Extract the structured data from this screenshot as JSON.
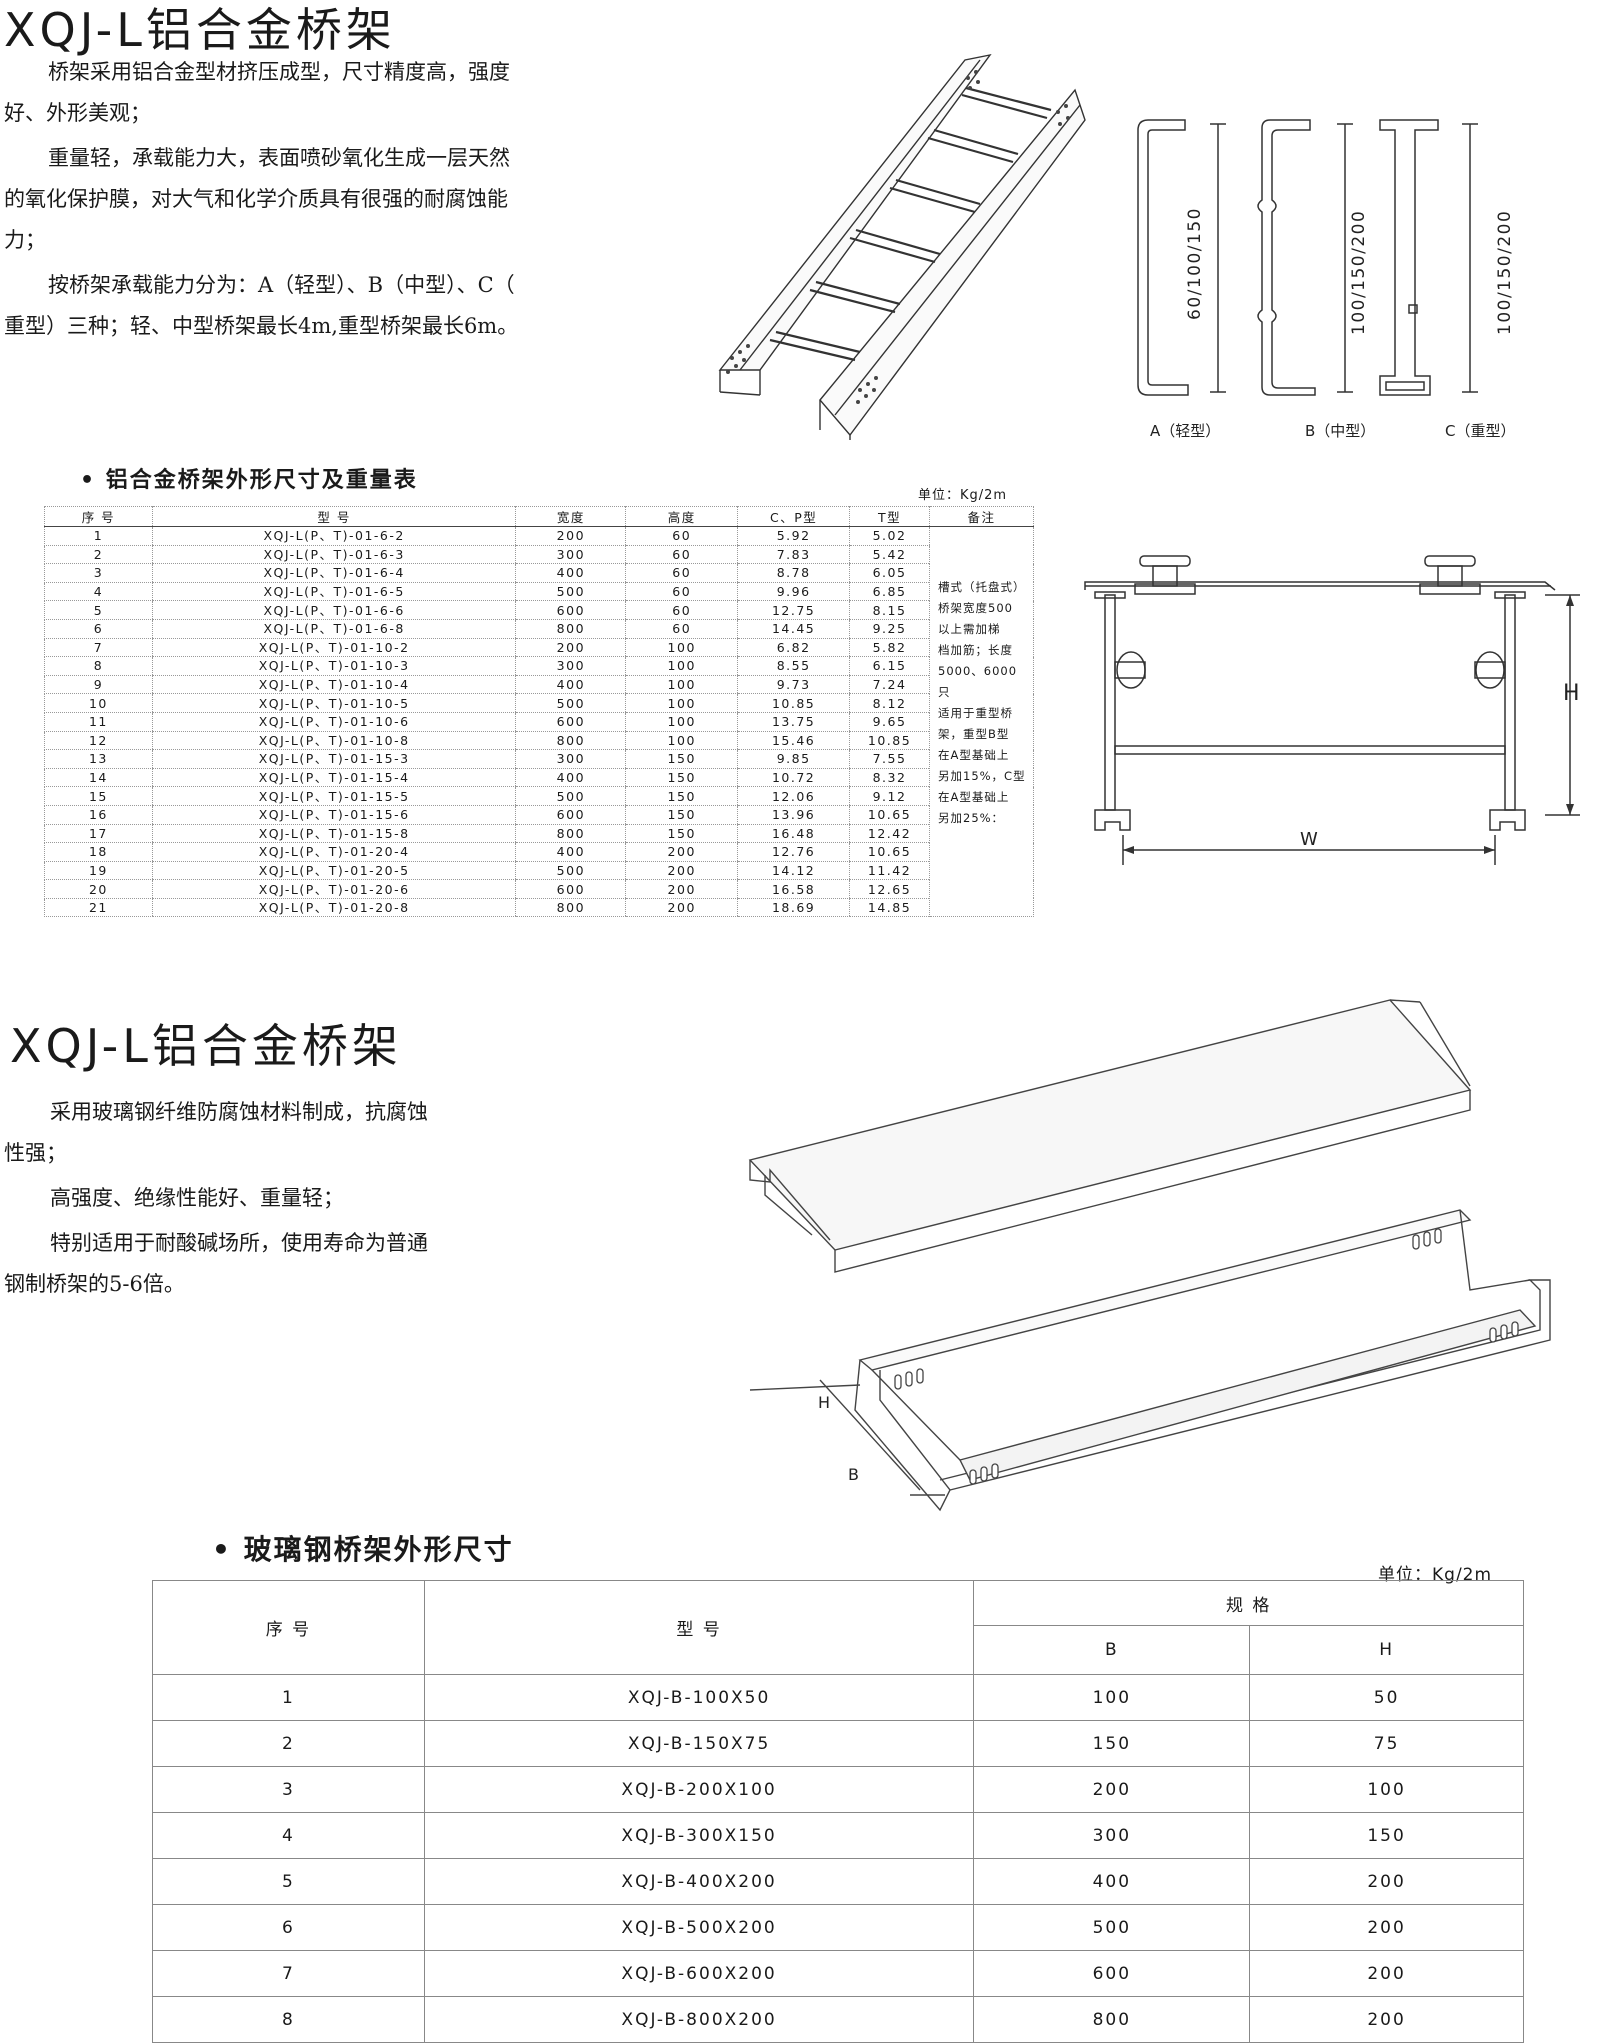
{
  "section1": {
    "title": "XQJ-L铝合金桥架",
    "paragraphs": [
      "桥架采用铝合金型材挤压成型，尺寸精度高，强度",
      "好、外形美观；",
      "重量轻，承载能力大，表面喷砂氧化生成一层天然",
      "的氧化保护膜，对大气和化学介质具有很强的耐腐蚀能",
      "力；",
      "按桥架承载能力分为：A（轻型）、B（中型）、C（",
      "重型）三种；轻、中型桥架最长4m,重型桥架最长6m。"
    ],
    "profiles": [
      {
        "dim": "60/100/150",
        "label": "A（轻型）"
      },
      {
        "dim": "100/150/200",
        "label": "B（中型）"
      },
      {
        "dim": "100/150/200",
        "label": "C（重型）"
      }
    ]
  },
  "table1": {
    "heading": "• 铝合金桥架外形尺寸及重量表",
    "unit": "单位：Kg/2m",
    "headers": [
      "序 号",
      "型    号",
      "宽度",
      "高度",
      "C、P型",
      "T型",
      "备注"
    ],
    "rows": [
      [
        "1",
        "XQJ-L(P、T)-01-6-2",
        "200",
        "60",
        "5.92",
        "5.02"
      ],
      [
        "2",
        "XQJ-L(P、T)-01-6-3",
        "300",
        "60",
        "7.83",
        "5.42"
      ],
      [
        "3",
        "XQJ-L(P、T)-01-6-4",
        "400",
        "60",
        "8.78",
        "6.05"
      ],
      [
        "4",
        "XQJ-L(P、T)-01-6-5",
        "500",
        "60",
        "9.96",
        "6.85"
      ],
      [
        "5",
        "XQJ-L(P、T)-01-6-6",
        "600",
        "60",
        "12.75",
        "8.15"
      ],
      [
        "6",
        "XQJ-L(P、T)-01-6-8",
        "800",
        "60",
        "14.45",
        "9.25"
      ],
      [
        "7",
        "XQJ-L(P、T)-01-10-2",
        "200",
        "100",
        "6.82",
        "5.82"
      ],
      [
        "8",
        "XQJ-L(P、T)-01-10-3",
        "300",
        "100",
        "8.55",
        "6.15"
      ],
      [
        "9",
        "XQJ-L(P、T)-01-10-4",
        "400",
        "100",
        "9.73",
        "7.24"
      ],
      [
        "10",
        "XQJ-L(P、T)-01-10-5",
        "500",
        "100",
        "10.85",
        "8.12"
      ],
      [
        "11",
        "XQJ-L(P、T)-01-10-6",
        "600",
        "100",
        "13.75",
        "9.65"
      ],
      [
        "12",
        "XQJ-L(P、T)-01-10-8",
        "800",
        "100",
        "15.46",
        "10.85"
      ],
      [
        "13",
        "XQJ-L(P、T)-01-15-3",
        "300",
        "150",
        "9.85",
        "7.55"
      ],
      [
        "14",
        "XQJ-L(P、T)-01-15-4",
        "400",
        "150",
        "10.72",
        "8.32"
      ],
      [
        "15",
        "XQJ-L(P、T)-01-15-5",
        "500",
        "150",
        "12.06",
        "9.12"
      ],
      [
        "16",
        "XQJ-L(P、T)-01-15-6",
        "600",
        "150",
        "13.96",
        "10.65"
      ],
      [
        "17",
        "XQJ-L(P、T)-01-15-8",
        "800",
        "150",
        "16.48",
        "12.42"
      ],
      [
        "18",
        "XQJ-L(P、T)-01-20-4",
        "400",
        "200",
        "12.76",
        "10.65"
      ],
      [
        "19",
        "XQJ-L(P、T)-01-20-5",
        "500",
        "200",
        "14.12",
        "11.42"
      ],
      [
        "20",
        "XQJ-L(P、T)-01-20-6",
        "600",
        "200",
        "16.58",
        "12.65"
      ],
      [
        "21",
        "XQJ-L(P、T)-01-20-8",
        "800",
        "200",
        "18.69",
        "14.85"
      ]
    ],
    "note_lines": [
      "槽式（托盘式）",
      "桥架宽度500",
      "以上需加梯",
      "档加筋；长度",
      "5000、6000只",
      "适用于重型桥",
      "架，重型B型",
      "在A型基础上",
      "另加15%，C型",
      "在A型基础上",
      "另加25%："
    ]
  },
  "cross_section": {
    "h_label": "H",
    "w_label": "W"
  },
  "section2": {
    "title": "XQJ-L铝合金桥架",
    "paragraphs": [
      "采用玻璃钢纤维防腐蚀材料制成，抗腐蚀",
      "性强；",
      "高强度、绝缘性能好、重量轻；",
      "特别适用于耐酸碱场所，使用寿命为普通",
      "钢制桥架的5-6倍。"
    ],
    "tray_labels": {
      "h": "H",
      "b": "B"
    }
  },
  "table2": {
    "heading": "• 玻璃钢桥架外形尺寸",
    "unit": "单位：Kg/2m",
    "headers": {
      "seq": "序    号",
      "model": "型        号",
      "spec": "规        格",
      "b": "B",
      "h": "H"
    },
    "rows": [
      [
        "1",
        "XQJ-B-100X50",
        "100",
        "50"
      ],
      [
        "2",
        "XQJ-B-150X75",
        "150",
        "75"
      ],
      [
        "3",
        "XQJ-B-200X100",
        "200",
        "100"
      ],
      [
        "4",
        "XQJ-B-300X150",
        "300",
        "150"
      ],
      [
        "5",
        "XQJ-B-400X200",
        "400",
        "200"
      ],
      [
        "6",
        "XQJ-B-500X200",
        "500",
        "200"
      ],
      [
        "7",
        "XQJ-B-600X200",
        "600",
        "200"
      ],
      [
        "8",
        "XQJ-B-800X200",
        "800",
        "200"
      ]
    ]
  }
}
